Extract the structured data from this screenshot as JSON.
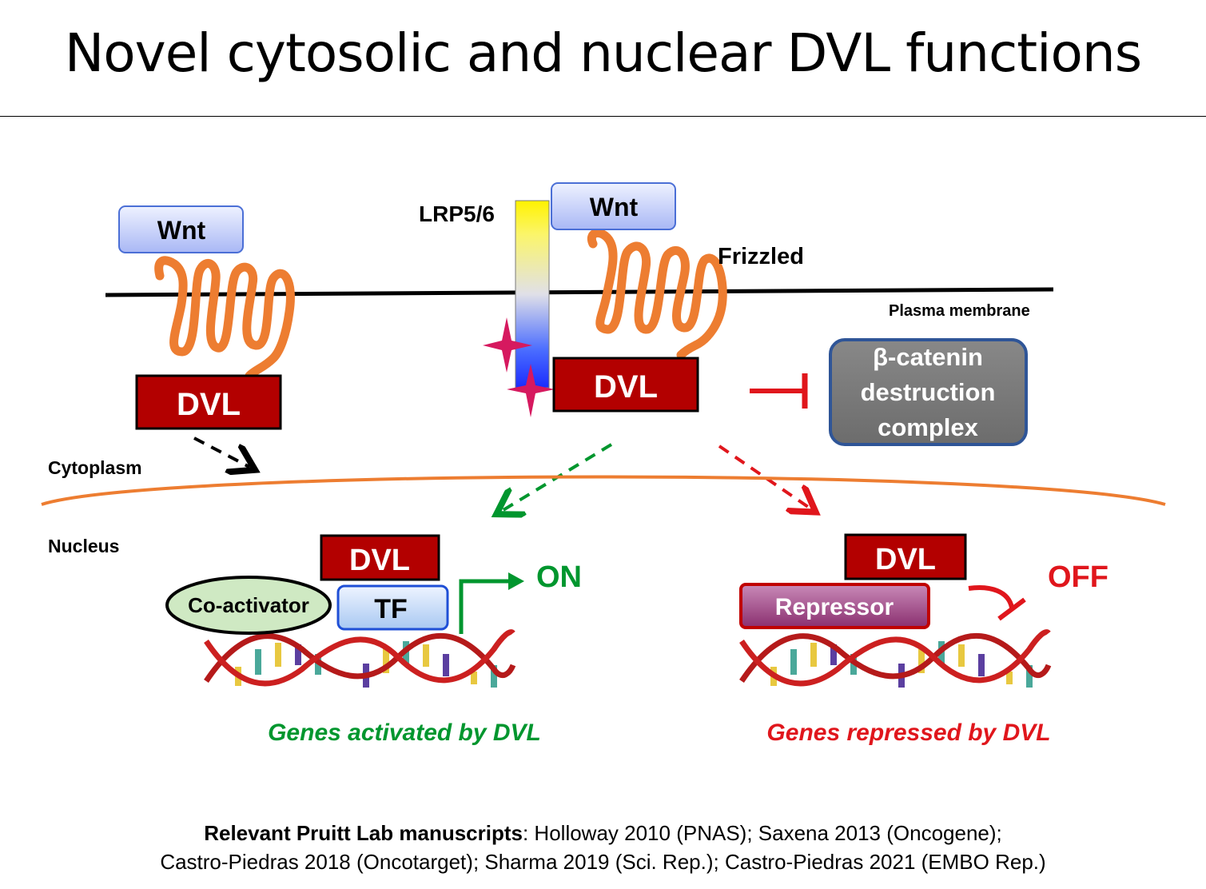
{
  "title": "Novel cytosolic and nuclear DVL functions",
  "labels": {
    "wnt_left": "Wnt",
    "wnt_right": "Wnt",
    "lrp": "LRP5/6",
    "frizzled": "Frizzled",
    "plasma_membrane": "Plasma membrane",
    "dvl_left": "DVL",
    "dvl_center": "DVL",
    "dvl_nuc_left": "DVL",
    "dvl_nuc_right": "DVL",
    "destruction_line1": "β-catenin",
    "destruction_line2": "destruction",
    "destruction_line3": "complex",
    "cytoplasm": "Cytoplasm",
    "nucleus": "Nucleus",
    "coactivator": "Co-activator",
    "tf": "TF",
    "repressor": "Repressor",
    "on": "ON",
    "off": "OFF",
    "genes_activated": "Genes activated by DVL",
    "genes_repressed": "Genes repressed by DVL"
  },
  "references": {
    "heading": "Relevant Pruitt Lab manuscripts",
    "line1": ":  Holloway 2010 (PNAS); Saxena 2013 (Oncogene);",
    "line2": "Castro-Piedras 2018 (Oncotarget); Sharma 2019 (Sci. Rep.); Castro-Piedras 2021 (EMBO Rep.)"
  },
  "colors": {
    "dvl_red": "#b30000",
    "receptor_orange": "#ed7d31",
    "activated_green": "#00962e",
    "repressed_red": "#e0161c",
    "destruction_gray": "#7a7a7a",
    "destruction_border": "#2f5597",
    "star_magenta": "#d6195f"
  }
}
